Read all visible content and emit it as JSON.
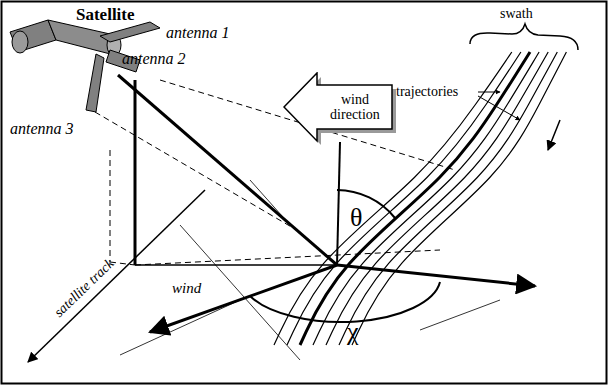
{
  "diagram": {
    "nodes": [
      {
        "text": [
          "wind direction"
        ]
      }
    ],
    "labels": [
      "Satellite",
      "antenna 1",
      "antenna 2",
      "antenna 3",
      "swath",
      "trajectories",
      "θ",
      "satellite track",
      "wind",
      "χ"
    ]
  }
}
